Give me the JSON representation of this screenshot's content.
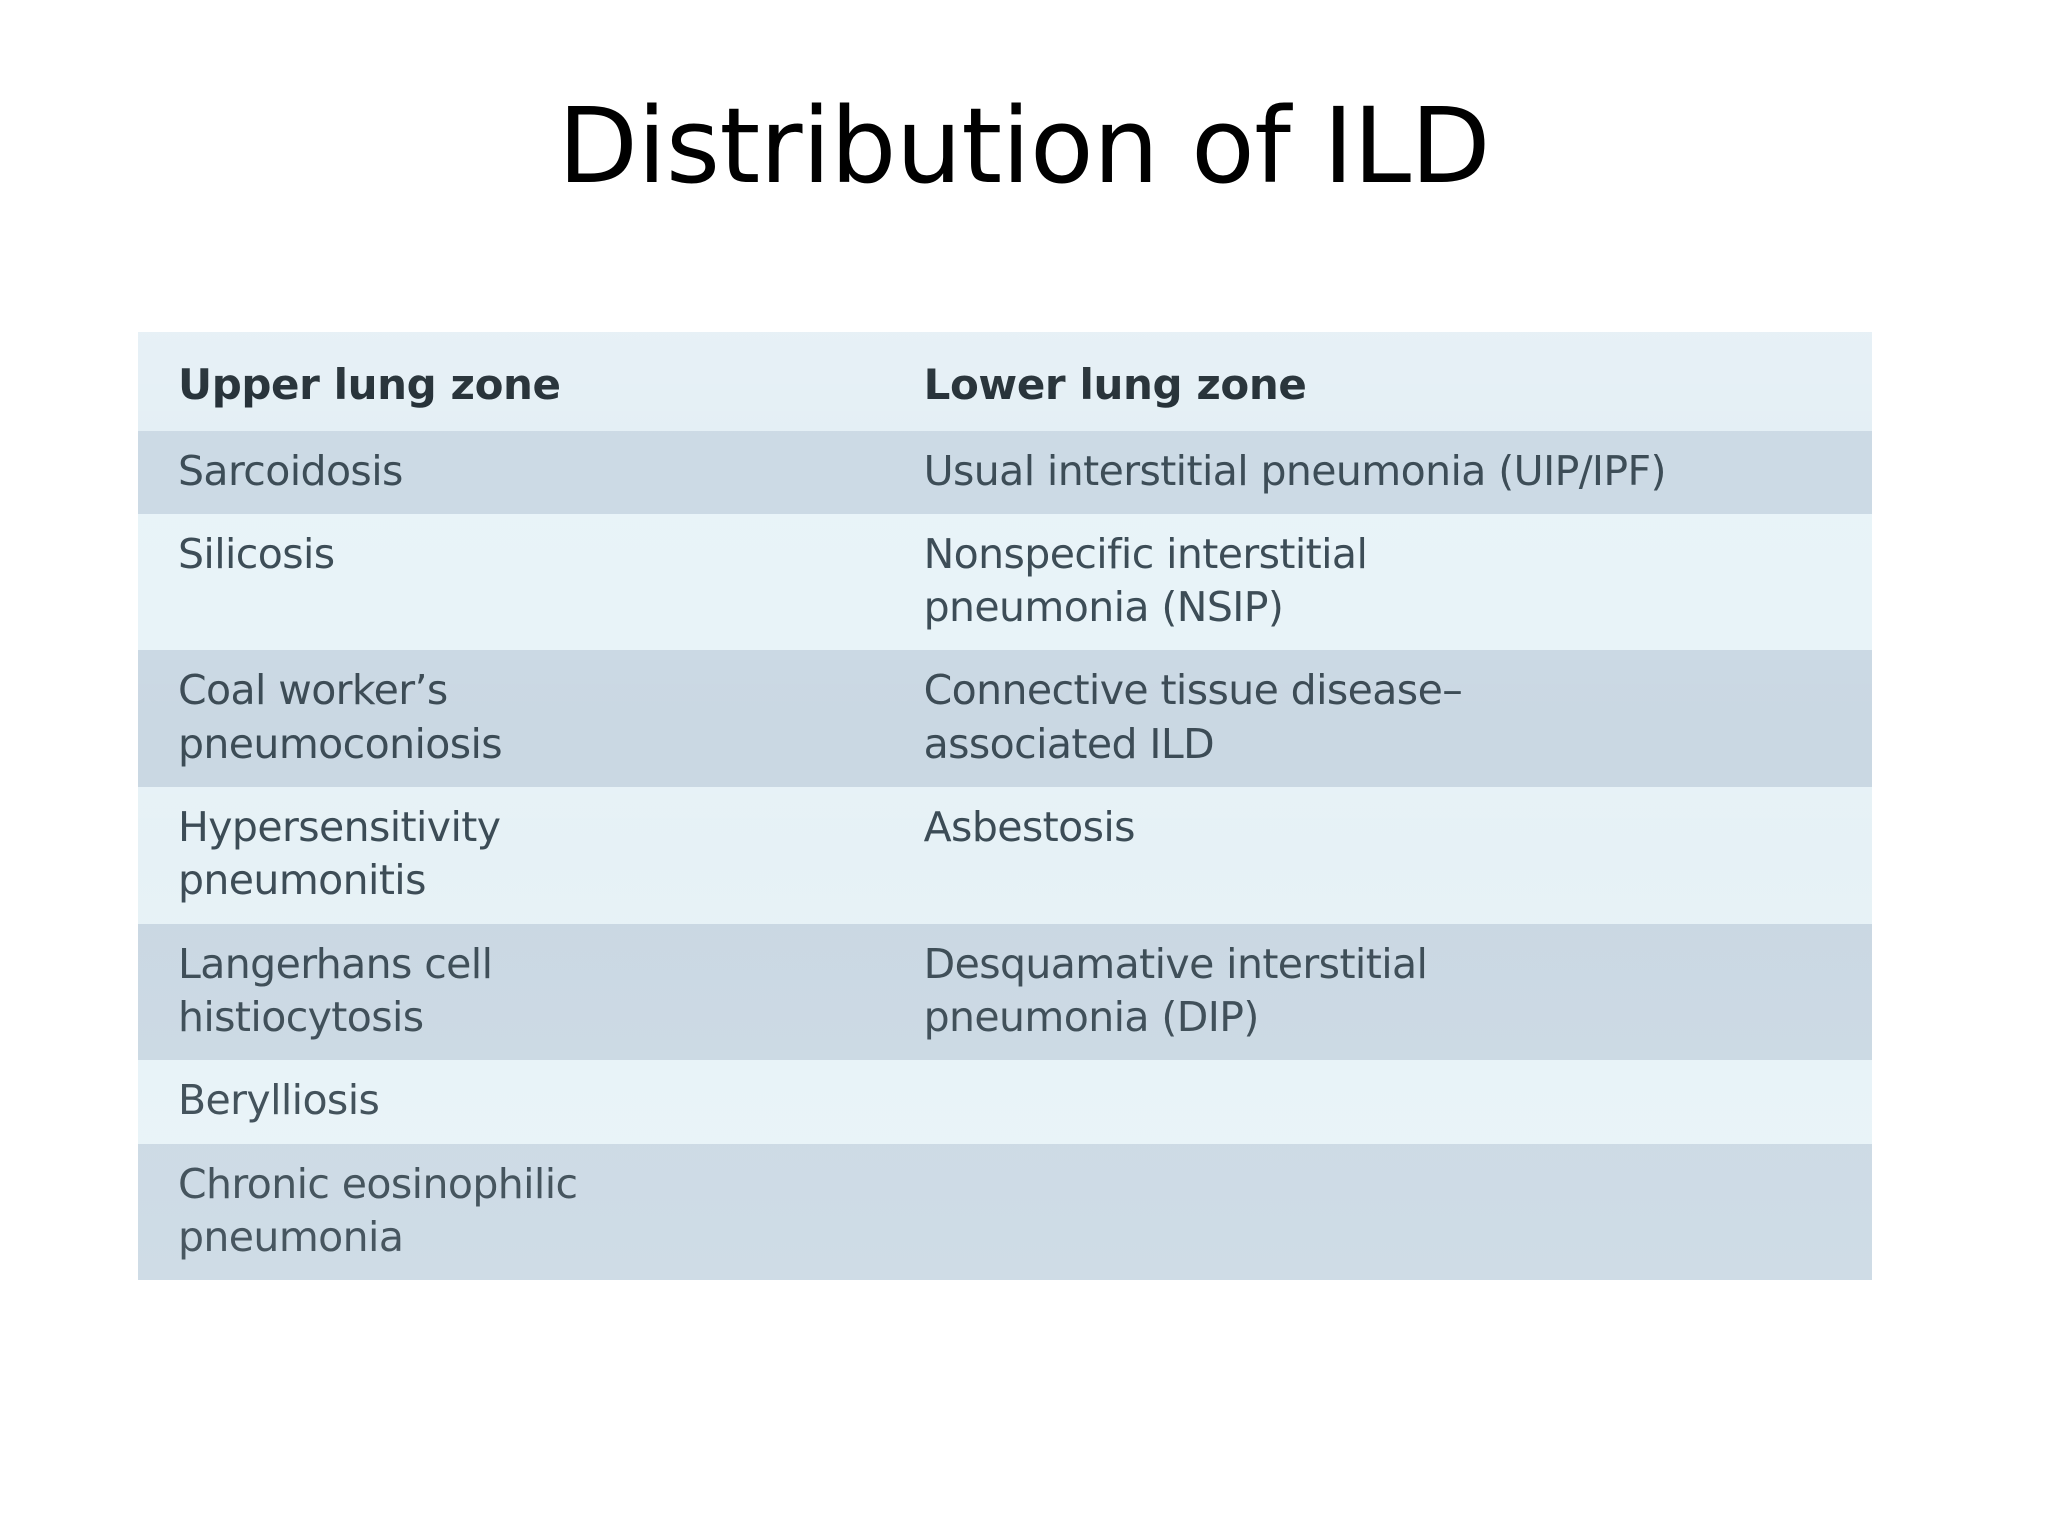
{
  "slide": {
    "title": "Distribution of ILD",
    "background_color": "#ffffff",
    "title_color": "#000000"
  },
  "table": {
    "name": "ild-distribution-table",
    "colors": {
      "row_odd": "#ccdae5",
      "row_even": "#e9f4f9",
      "header_bg": "#e4eff5",
      "text": "#3d4d57",
      "header_text": "#1e2a31"
    },
    "columns": [
      {
        "key": "upper",
        "header": "Upper lung zone"
      },
      {
        "key": "lower",
        "header": "Lower lung zone"
      }
    ],
    "rows": [
      {
        "upper_lines": [
          "Sarcoidosis"
        ],
        "lower_lines": [
          "Usual interstitial pneumonia (UIP/IPF)"
        ]
      },
      {
        "upper_lines": [
          "Silicosis"
        ],
        "lower_lines": [
          "Nonspecific interstitial",
          "pneumonia (NSIP)"
        ]
      },
      {
        "upper_lines": [
          "Coal worker’s",
          "pneumoconiosis"
        ],
        "lower_lines": [
          "Connective tissue disease–",
          "associated ILD"
        ]
      },
      {
        "upper_lines": [
          "Hypersensitivity",
          "pneumonitis"
        ],
        "lower_lines": [
          "Asbestosis"
        ]
      },
      {
        "upper_lines": [
          "Langerhans cell",
          "histiocytosis"
        ],
        "lower_lines": [
          "Desquamative interstitial",
          "pneumonia (DIP)"
        ]
      },
      {
        "upper_lines": [
          "Berylliosis"
        ],
        "lower_lines": []
      },
      {
        "upper_lines": [
          "Chronic eosinophilic",
          "pneumonia"
        ],
        "lower_lines": []
      }
    ]
  }
}
